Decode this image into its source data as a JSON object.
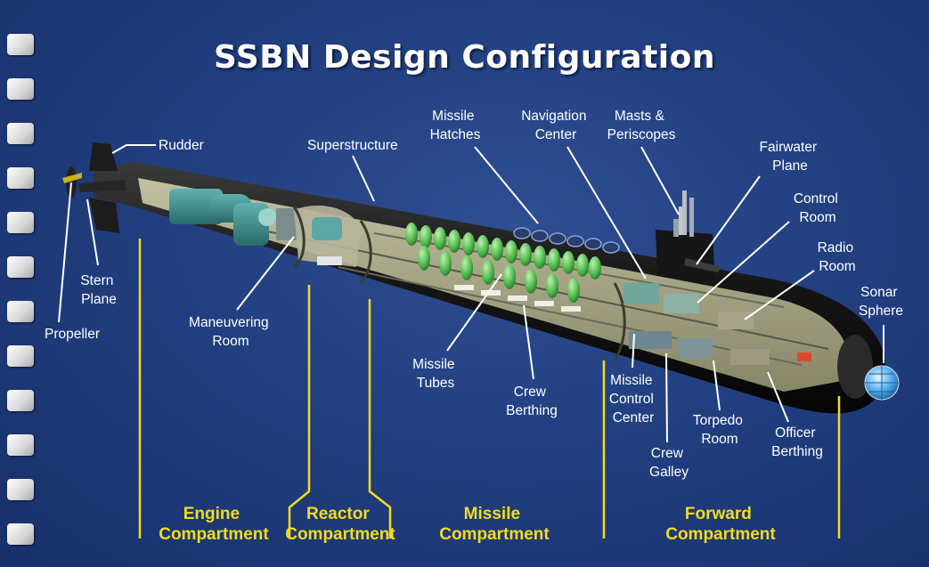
{
  "title": "SSBN Design Configuration",
  "colors": {
    "background": "#223f80",
    "compartment_text": "#f2dc1e",
    "label_text": "#ffffff",
    "hull": "#1a1a1a"
  },
  "labels": {
    "rudder": "Rudder",
    "superstructure": "Superstructure",
    "missile_hatches": [
      "Missile",
      "Hatches"
    ],
    "navigation_center": [
      "Navigation",
      "Center"
    ],
    "masts_periscopes": [
      "Masts &",
      "Periscopes"
    ],
    "fairwater_plane": [
      "Fairwater",
      "Plane"
    ],
    "control_room": [
      "Control",
      "Room"
    ],
    "radio_room": [
      "Radio",
      "Room"
    ],
    "sonar_sphere": [
      "Sonar",
      "Sphere"
    ],
    "stern_plane": [
      "Stern",
      "Plane"
    ],
    "propeller": "Propeller",
    "maneuvering_room": [
      "Maneuvering",
      "Room"
    ],
    "missile_tubes": [
      "Missile",
      "Tubes"
    ],
    "crew_berthing": [
      "Crew",
      "Berthing"
    ],
    "missile_control_center": [
      "Missile",
      "Control",
      "Center"
    ],
    "crew_galley": [
      "Crew",
      "Galley"
    ],
    "torpedo_room": [
      "Torpedo",
      "Room"
    ],
    "officer_berthing": [
      "Officer",
      "Berthing"
    ]
  },
  "compartments": {
    "engine": [
      "Engine",
      "Compartment"
    ],
    "reactor": [
      "Reactor",
      "Compartment"
    ],
    "missile": [
      "Missile",
      "Compartment"
    ],
    "forward": [
      "Forward",
      "Compartment"
    ]
  }
}
